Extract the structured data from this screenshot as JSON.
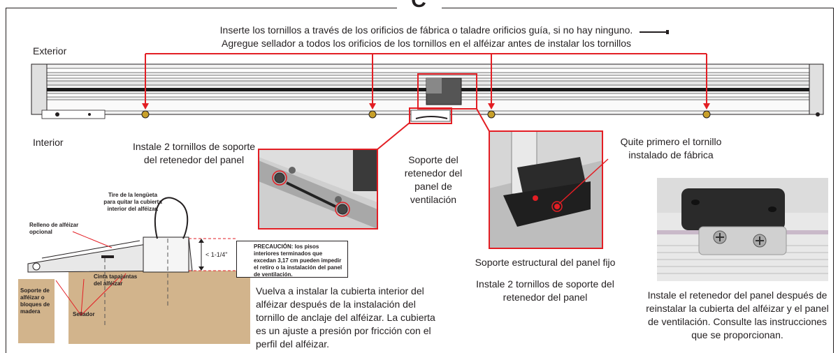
{
  "step_letter": "C",
  "header": {
    "line1": "Inserte los tornillos a través de los orificios de fábrica o taladre orificios guía, si no hay ninguno.",
    "line2": "Agregue sellador a todos los orificios de los tornillos en el alféizar antes de instalar los tornillos"
  },
  "labels": {
    "exterior": "Exterior",
    "interior": "Interior",
    "install_screws_left": "Instale 2 tornillos de soporte del retenedor del panel",
    "vent_bracket": "Soporte del retenedor del panel de ventilación",
    "remove_factory_screw": "Quite primero el tornillo instalado de fábrica",
    "fixed_panel_bracket": "Soporte estructural del panel fijo",
    "install_screws_right": "Instale 2 tornillos de soporte del retenedor del panel",
    "reinstall_cover": "Vuelva a instalar la cubierta interior del alféizar después de la instalación del tornillo de anclaje del alféizar. La cubierta es un ajuste a presión por fricción con el perfil del alféizar.",
    "install_retainer": "Instale el retenedor del panel después de reinstalar la cubierta del alféizar y el panel de ventilación. Consulte las instrucciones que se proporcionan."
  },
  "section_callouts": {
    "pull_tab": "Tire de la lengüeta para quitar la cubierta interior del alféizar.",
    "sill_filler": "Relleno de alféizar opcional",
    "dimension": "< 1-1/4\"",
    "caution": "PRECAUCIÓN: los pisos interiores terminados que excedan 3,17 cm pueden impedir el retiro o la instalación del panel de ventilación.",
    "flashing_tape": "Cinta tapajuntas del alféizar",
    "sill_support": "Soporte de alféizar o bloques de madera",
    "sealant": "Sellador"
  },
  "colors": {
    "callout_red": "#e31e24",
    "frame_gray": "#d9d9d9",
    "wood": "#d2b48c",
    "screw_gold": "#c8a02a"
  }
}
